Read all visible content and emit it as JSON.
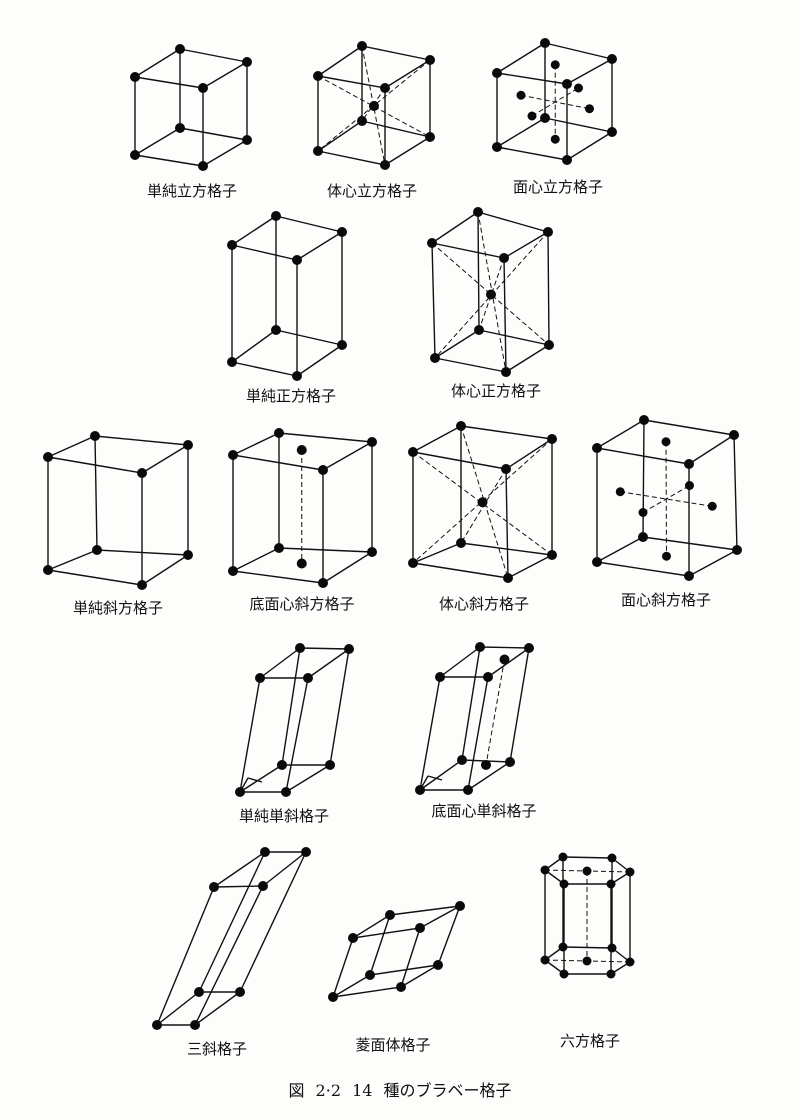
{
  "figure": {
    "caption": "図 2·2  14 種のブラベー格子",
    "lattices": [
      {
        "id": "simple-cubic",
        "label": "単純立方格子"
      },
      {
        "id": "bcc",
        "label": "体心立方格子"
      },
      {
        "id": "fcc",
        "label": "面心立方格子"
      },
      {
        "id": "simple-tetragonal",
        "label": "単純正方格子"
      },
      {
        "id": "bc-tetragonal",
        "label": "体心正方格子"
      },
      {
        "id": "simple-orthorhombic",
        "label": "単純斜方格子"
      },
      {
        "id": "base-orthorhombic",
        "label": "底面心斜方格子"
      },
      {
        "id": "bc-orthorhombic",
        "label": "体心斜方格子"
      },
      {
        "id": "fc-orthorhombic",
        "label": "面心斜方格子"
      },
      {
        "id": "simple-monoclinic",
        "label": "単純単斜格子"
      },
      {
        "id": "base-monoclinic",
        "label": "底面心単斜格子"
      },
      {
        "id": "triclinic",
        "label": "三斜格子"
      },
      {
        "id": "rhombohedral",
        "label": "菱面体格子"
      },
      {
        "id": "hexagonal",
        "label": "六方格子"
      }
    ]
  }
}
